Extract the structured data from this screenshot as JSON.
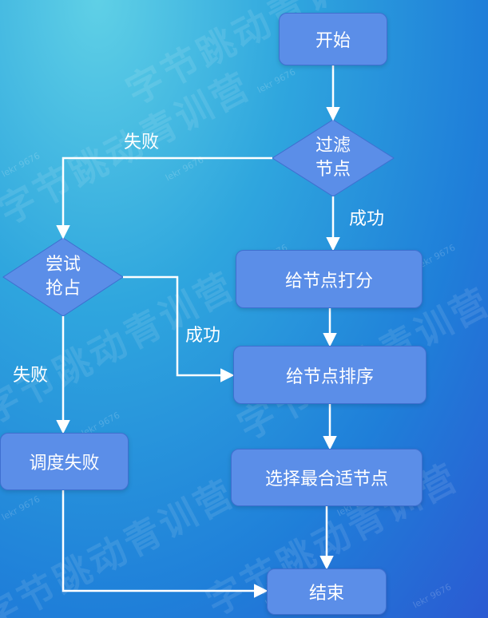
{
  "nodes": {
    "start": "开始",
    "filter_line1": "过滤",
    "filter_line2": "节点",
    "score": "给节点打分",
    "sort": "给节点排序",
    "select": "选择最合适节点",
    "end": "结束",
    "preempt_line1": "尝试",
    "preempt_line2": "抢占",
    "sched_fail": "调度失败"
  },
  "edges": {
    "filter_fail": "失败",
    "filter_success": "成功",
    "preempt_success": "成功",
    "preempt_fail": "失败"
  },
  "watermark": {
    "text": "字节跳动青训营",
    "small": "lekr 9676"
  },
  "colors": {
    "node_fill": "#5b8ee8",
    "node_border": "#3f6fd0",
    "line": "#ffffff",
    "text": "#ffffff"
  }
}
